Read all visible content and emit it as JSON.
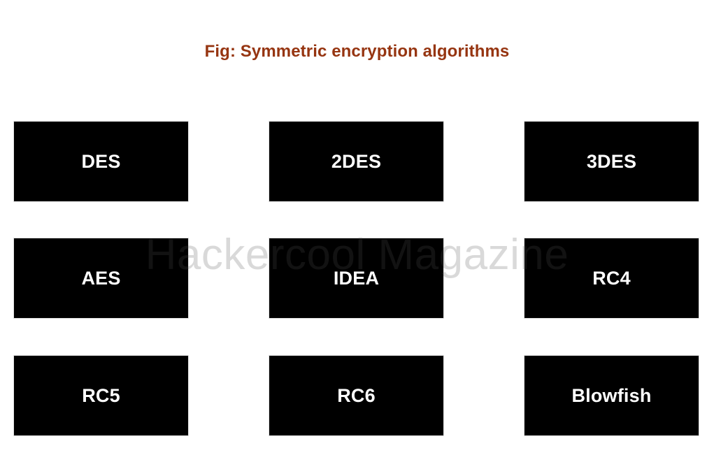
{
  "figure": {
    "title": "Fig: Symmetric encryption algorithms",
    "title_color": "#963511",
    "background_color": "#ffffff",
    "box_color": "#000000",
    "label_color": "#ffffff"
  },
  "watermark": {
    "text": "Hackercool Magazine",
    "color": "rgba(80,80,80,0.22)"
  },
  "grid": {
    "rows": 3,
    "columns": 3,
    "boxes": [
      {
        "label": "DES",
        "row": 0,
        "col": 0
      },
      {
        "label": "2DES",
        "row": 0,
        "col": 1
      },
      {
        "label": "3DES",
        "row": 0,
        "col": 2
      },
      {
        "label": "AES",
        "row": 1,
        "col": 0
      },
      {
        "label": "IDEA",
        "row": 1,
        "col": 1
      },
      {
        "label": "RC4",
        "row": 1,
        "col": 2
      },
      {
        "label": "RC5",
        "row": 2,
        "col": 0
      },
      {
        "label": "RC6",
        "row": 2,
        "col": 1
      },
      {
        "label": "Blowfish",
        "row": 2,
        "col": 2
      }
    ]
  }
}
